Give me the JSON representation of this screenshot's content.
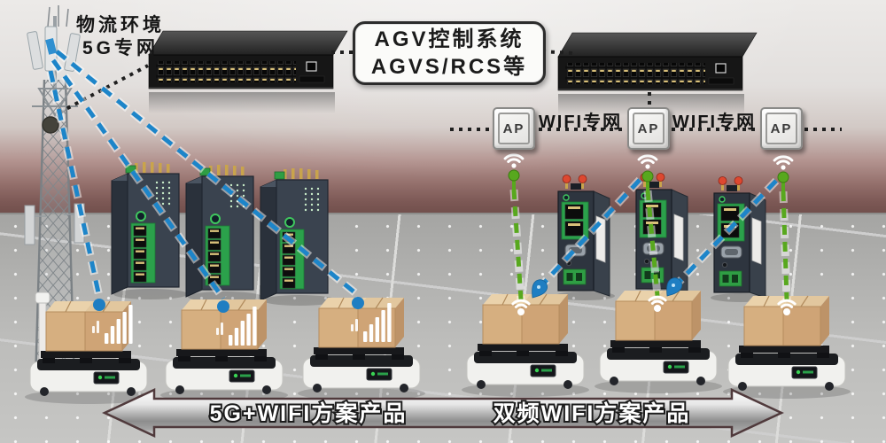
{
  "scene": {
    "tower_label": {
      "line1": "物流环境",
      "line2": "5G专网"
    },
    "control_box": {
      "line1": "AGV控制系统",
      "line2": "AGVS/RCS等"
    },
    "wifi_zone_labels": [
      "WIFI专网",
      "WIFI专网"
    ],
    "ap_boxes": [
      "AP",
      "AP",
      "AP"
    ],
    "banner": {
      "left_label": "5G+WIFI方案产品",
      "right_label": "双频WIFI方案产品"
    },
    "colors": {
      "link_blue": "#1d85c9",
      "link_green": "#58a81e",
      "wall_maroon": "#8a6663",
      "router_green": "#2ba14b",
      "antenna_red": "#dd4830",
      "cardboard_tan": "#d3ab7e",
      "switch_black": "#161616"
    }
  }
}
